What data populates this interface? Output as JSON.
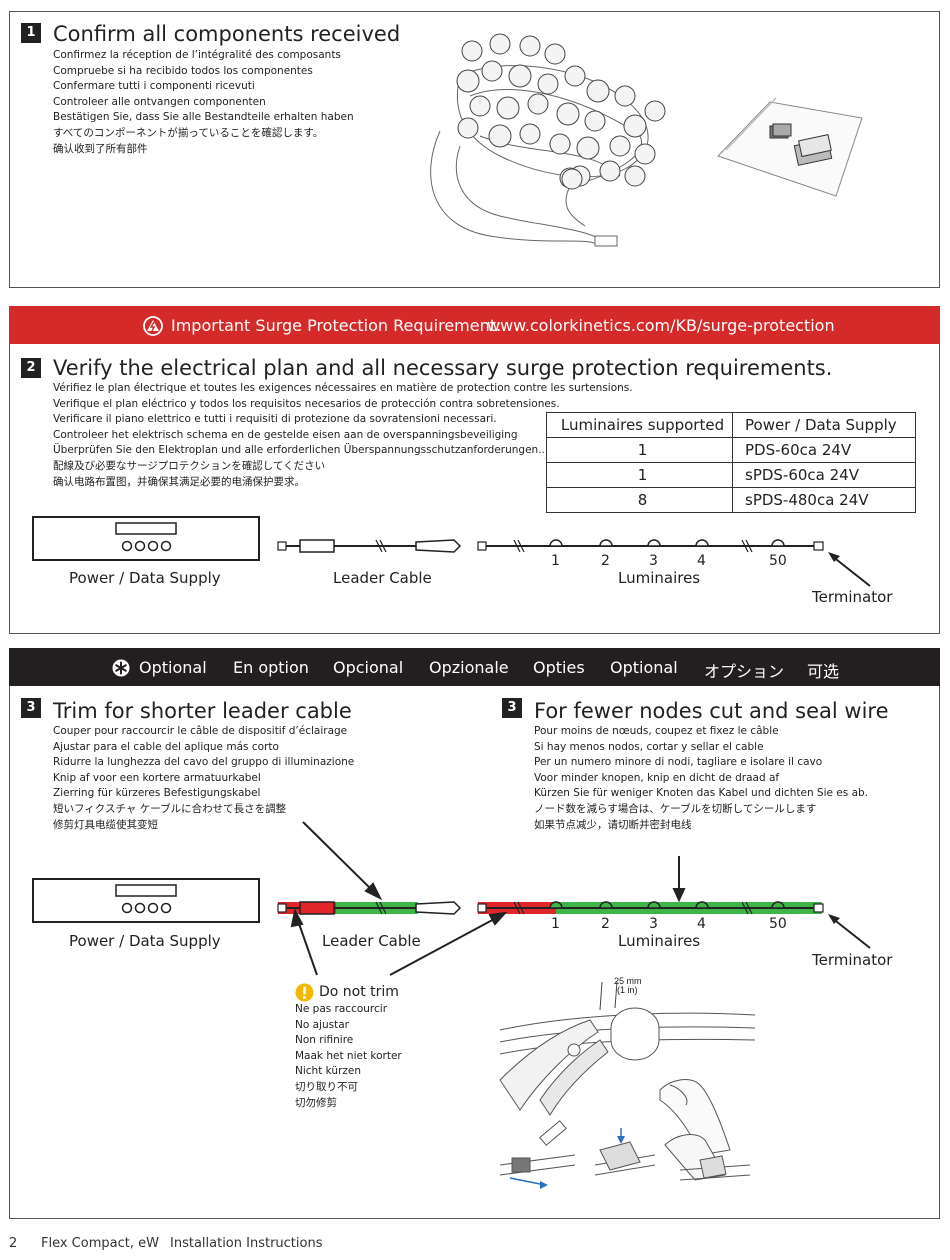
{
  "step1": {
    "number": "1",
    "title": "Confirm all components received",
    "translations": [
      "Confirmez la réception de l’intégralité des composants",
      "Compruebe si ha recibido todos los componentes",
      "Confermare tutti i componenti ricevuti",
      "Controleer alle ontvangen componenten",
      "Bestätigen Sie, dass Sie alle Bestandteile erhalten haben",
      "すべてのコンポーネントが揃っていることを確認します。",
      "确认收到了所有部件"
    ]
  },
  "surge_banner": {
    "icon": "surge-warning-icon",
    "text": "Important Surge Protection Requirement:",
    "url": "www.colorkinetics.com/KB/surge-protection",
    "color": "#d42a2a"
  },
  "step2": {
    "number": "2",
    "title": "Verify the electrical plan and all necessary surge protection requirements.",
    "translations": [
      "Vérifiez le plan électrique et toutes les exigences nécessaires en matière de protection contre les surtensions.",
      "Verifique el plan eléctrico y todos los requisitos necesarios de protección contra sobretensiones.",
      "Verificare il piano elettrico e tutti i requisiti di protezione da sovratensioni necessari.",
      "Controleer het elektrisch schema en de gestelde eisen aan de overspanningsbeveiliging",
      "Überprüfen Sie den Elektroplan und alle erforderlichen Überspannungsschutzanforderungen..",
      "配線及び必要なサージプロテクションを確認してください",
      "确认电路布置图，并确保其满足必要的电涌保护要求。"
    ],
    "table": {
      "headers": [
        "Luminaires supported",
        "Power / Data Supply"
      ],
      "rows": [
        [
          "1",
          "PDS-60ca 24V"
        ],
        [
          "1",
          "sPDS-60ca 24V"
        ],
        [
          "8",
          "sPDS-480ca 24V"
        ]
      ]
    },
    "diagram": {
      "power_supply_label": "Power / Data Supply",
      "leader_cable_label": "Leader Cable",
      "luminaires_label": "Luminaires",
      "terminator_label": "Terminator",
      "node_numbers": [
        "1",
        "2",
        "3",
        "4",
        "50"
      ]
    }
  },
  "optional_banner": {
    "icon": "optional-asterisk-icon",
    "items": [
      "Optional",
      "En option",
      "Opcional",
      "Opzionale",
      "Opties",
      "Optional",
      "オプション",
      "可选"
    ],
    "color": "#231f20"
  },
  "step3a": {
    "number": "3",
    "title": "Trim for shorter leader cable",
    "translations": [
      "Couper pour raccourcir le câble de dispositif d’éclairage",
      "Ajustar para el cable del aplique más corto",
      "Ridurre la lunghezza del cavo del gruppo di illuminazione",
      "Knip af voor een kortere armatuurkabel",
      "Zierring für kürzeres Befestigungskabel",
      "短いフィクスチャ ケーブルに合わせて長さを調整",
      "修剪灯具电缆使其变短"
    ]
  },
  "step3b": {
    "number": "3",
    "title": "For fewer nodes cut and seal wire",
    "translations": [
      "Pour moins de nœuds, coupez et fixez le câble",
      "Si hay menos nodos, cortar y sellar el cable",
      "Per un numero minore di nodi, tagliare e isolare il cavo",
      "Voor minder knopen, knip en dicht de draad af",
      "Kürzen Sie für weniger Knoten das Kabel und dichten Sie es ab.",
      "ノード数を減らす場合は、ケーブルを切断してシールします",
      "如果节点减少，请切断并密封电线"
    ]
  },
  "step3_diagram": {
    "power_supply_label": "Power / Data Supply",
    "leader_cable_label": "Leader Cable",
    "luminaires_label": "Luminaires",
    "terminator_label": "Terminator",
    "node_numbers": [
      "1",
      "2",
      "3",
      "4",
      "50"
    ],
    "trim_color": "#e0262b",
    "keep_color": "#3fb449"
  },
  "do_not_trim": {
    "icon": "exclamation-icon",
    "title": "Do not trim",
    "translations": [
      "Ne pas raccourcir",
      "No ajustar",
      "Non rifinire",
      "Maak het niet korter",
      "Nicht kürzen",
      "切り取り不可",
      "切勿修剪"
    ]
  },
  "seal_illustration": {
    "measure_mm": "25 mm",
    "measure_in": "(1 in)"
  },
  "footer": {
    "page": "2",
    "product": "Flex Compact, eW",
    "doc": "Installation Instructions"
  }
}
